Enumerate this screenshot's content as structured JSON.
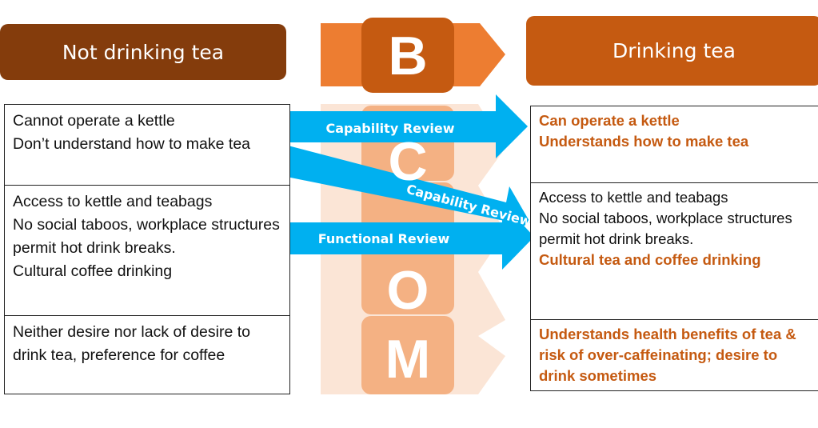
{
  "left_header": "Not drinking tea",
  "right_header": "Drinking tea",
  "com_b": {
    "b": "B",
    "c": "C",
    "o": "O",
    "m": "M"
  },
  "left_rows": [
    [
      "Cannot operate a kettle",
      "Don’t understand how to make tea"
    ],
    [
      "Access to kettle and teabags",
      "No social taboos, workplace structures permit hot drink breaks.",
      "Cultural coffee drinking"
    ],
    [
      "Neither desire nor lack of desire to drink tea, preference for coffee"
    ]
  ],
  "right_rows": {
    "capability": [
      "Can operate a kettle",
      "Understands  how to make tea"
    ],
    "opportunity": [
      "Access to kettle and teabags",
      "No social  taboos,  workplace structures permit hot drink breaks."
    ],
    "opportunity_highlight": "Cultural tea and coffee drinking",
    "motivation": "Understands  health benefits  of tea & risk of over-caffeinating; desire to drink sometimes"
  },
  "arrows": [
    "Capability Review",
    "Capability Review",
    "Functional Review"
  ],
  "colors": {
    "dark_brown": "#843C0C",
    "orange": "#C55A11",
    "light_orange": "#ED7D31",
    "pale": "#FBE5D6",
    "mid": "#F4B183",
    "blue": "#00B0F0"
  }
}
